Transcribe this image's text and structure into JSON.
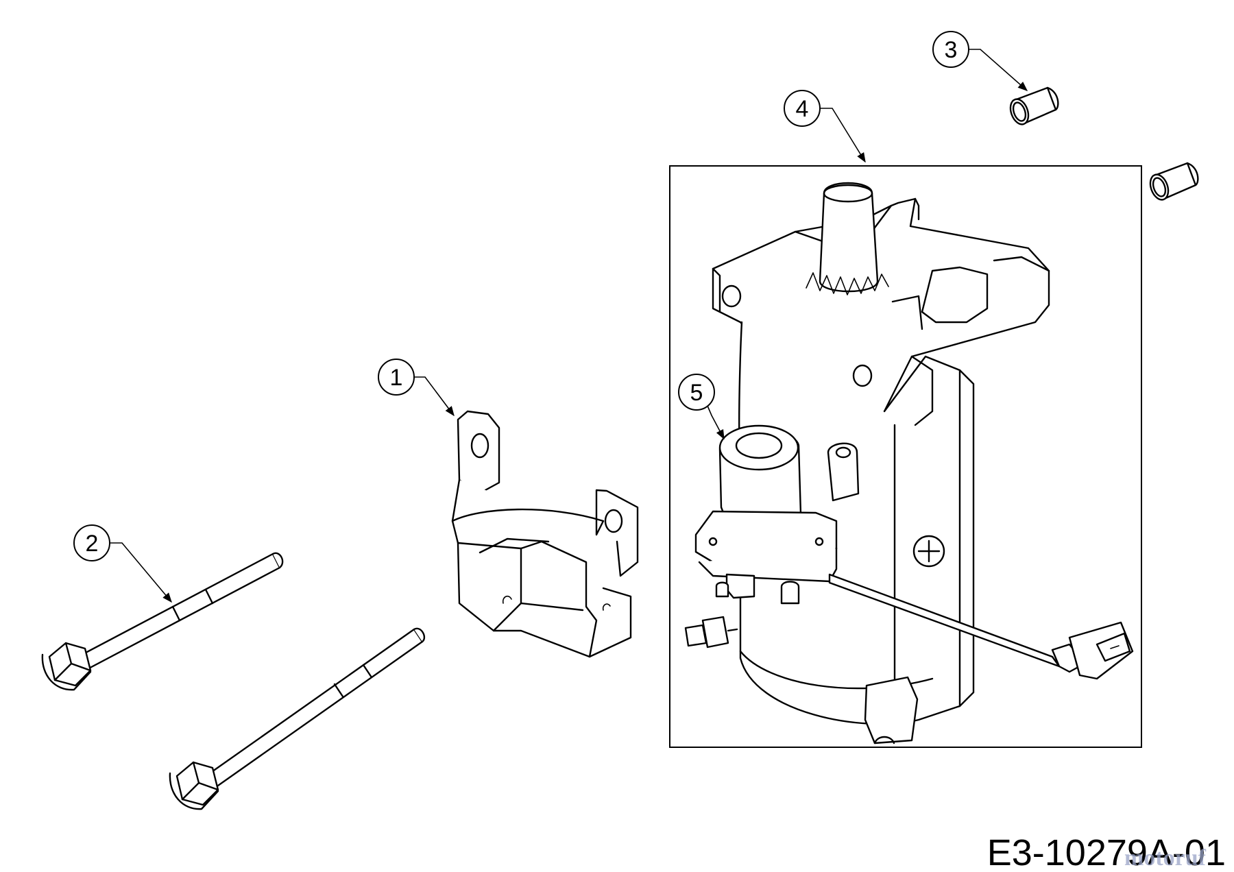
{
  "callouts": [
    {
      "number": "1",
      "part": "bracket"
    },
    {
      "number": "2",
      "part": "bolt"
    },
    {
      "number": "3",
      "part": "bushing"
    },
    {
      "number": "4",
      "part": "starter-motor-assembly"
    },
    {
      "number": "5",
      "part": "solenoid"
    }
  ],
  "drawing_code": "E3-10279A-01",
  "watermark": "motoruf",
  "colors": {
    "line": "#000000",
    "background": "#ffffff",
    "watermark": "#9aa4c8"
  }
}
